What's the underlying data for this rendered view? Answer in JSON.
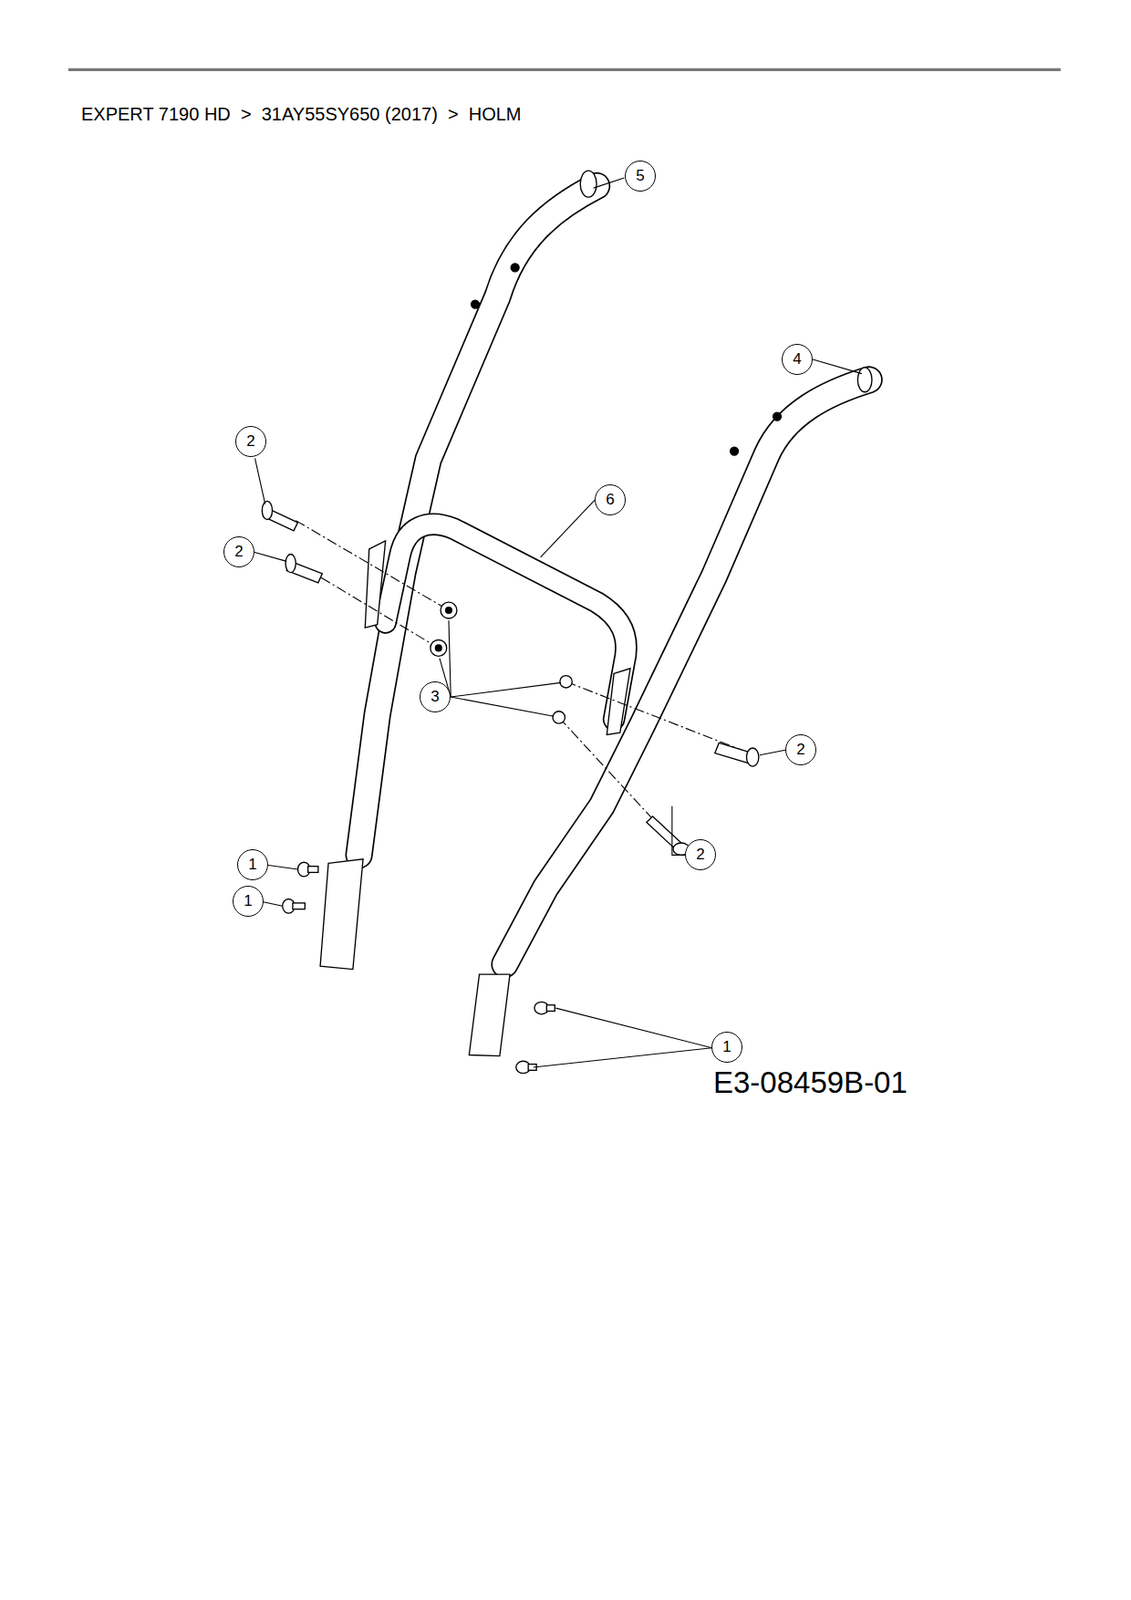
{
  "diagram": {
    "title": "EXPERT 7190 HD  >  31AY55SY650 (2017)  >  HOLM",
    "labels": [
      "5",
      "4",
      "2",
      "6",
      "2",
      "3",
      "2",
      "2",
      "1",
      "1",
      "1",
      "E3-08459B-01"
    ]
  }
}
